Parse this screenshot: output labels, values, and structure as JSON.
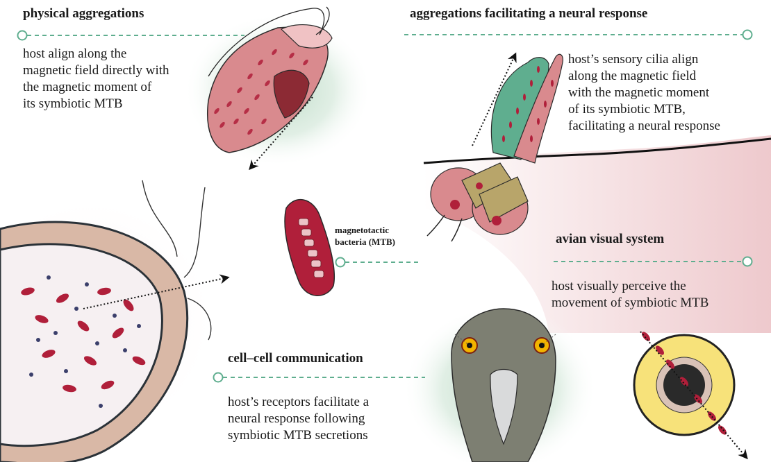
{
  "panels": {
    "physical": {
      "heading": "physical aggregations",
      "lines": [
        "host align along the",
        "magnetic  field directly with",
        "the magnetic moment of",
        "its symbiotic MTB"
      ]
    },
    "neural": {
      "heading": "aggregations facilitating a neural response",
      "lines": [
        "host’s sensory cilia align",
        "along the magnetic  field",
        "with the magnetic moment",
        "of its symbiotic MTB,",
        "facilitating a neural response"
      ]
    },
    "avian": {
      "heading": "avian visual system",
      "lines": [
        "host visually perceive the",
        "movement of symbiotic MTB"
      ]
    },
    "cellcell": {
      "heading": "cell–cell communication",
      "lines": [
        "host’s receptors facilitate a",
        "neural response following",
        "symbiotic MTB secretions"
      ]
    }
  },
  "center_label": {
    "lines": [
      "magnetotactic",
      "bacteria (MTB)"
    ]
  },
  "colors": {
    "connector": "#5fae8f",
    "mtb_red": "#b01f3a",
    "glow_green": "#bfdcc6",
    "cell_pink": "#d98a8e",
    "membrane_dark": "#2b3238",
    "eye_yellow": "#f7e27a"
  }
}
